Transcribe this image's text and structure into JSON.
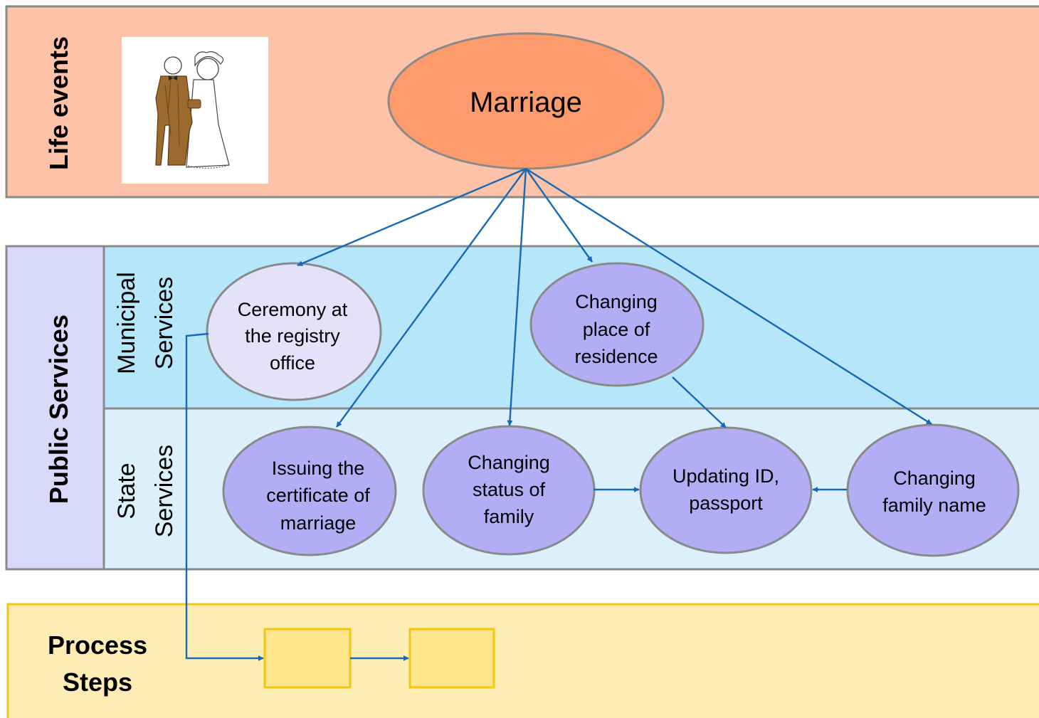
{
  "lanes": {
    "life_events": "Life events",
    "public_services": "Public Services",
    "municipal": [
      "Municipal",
      "Services"
    ],
    "state": [
      "State",
      "Services"
    ],
    "process_steps": [
      "Process",
      "Steps"
    ]
  },
  "nodes": {
    "marriage": "Marriage",
    "ceremony": [
      "Ceremony at",
      "the registry",
      "office"
    ],
    "residence": [
      "Changing",
      "place of",
      "residence"
    ],
    "certificate": [
      "Issuing the",
      "certificate of",
      "marriage"
    ],
    "family_status": [
      "Changing",
      "status of",
      "family"
    ],
    "id_passport": [
      "Updating ID,",
      "passport"
    ],
    "family_name": [
      "Changing",
      "family name"
    ]
  },
  "colors": {
    "life_band": "#FDC2A8",
    "public_label": "#DAD8F8",
    "municipal_band": "#B6E6FA",
    "state_band": "#DCF0FC",
    "process_band": "#FDEDB5",
    "marriage_fill": "#FD9B6C",
    "service_fill": "#B2ADF4",
    "ceremony_fill": "#E4E2F9",
    "step_fill": "#FFE68C",
    "step_border": "#F2C70F",
    "arrow": "#1569B7"
  },
  "icons": [
    "bride-groom-icon"
  ]
}
